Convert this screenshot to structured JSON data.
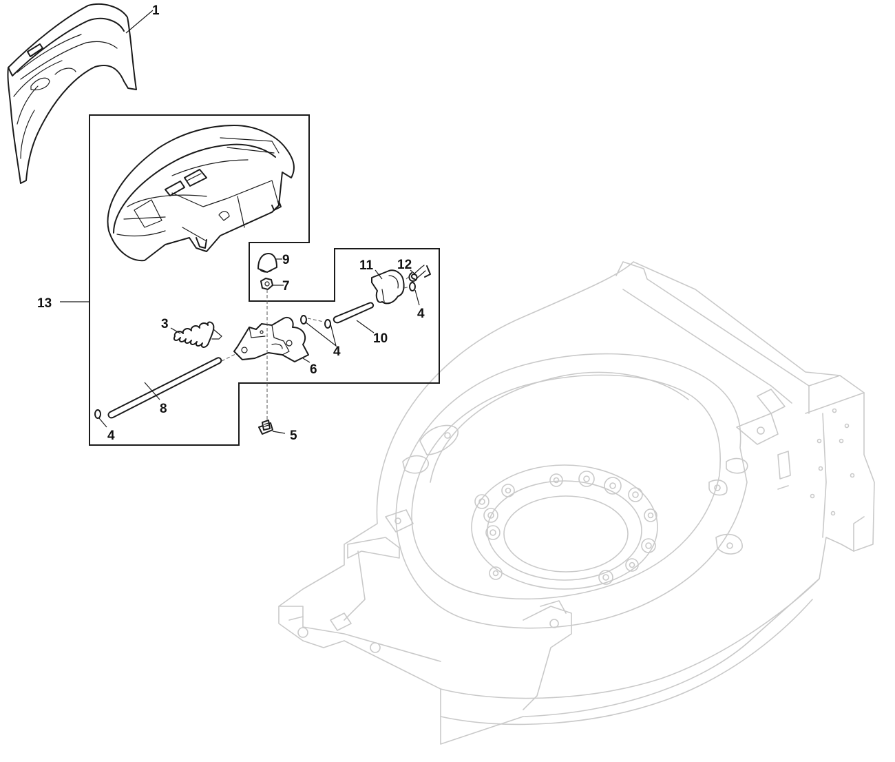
{
  "callouts": {
    "c1": "1",
    "c3": "3",
    "c4a": "4",
    "c4b": "4",
    "c4c": "4",
    "c5": "5",
    "c6": "6",
    "c7": "7",
    "c8": "8",
    "c9": "9",
    "c10": "10",
    "c11": "11",
    "c12": "12",
    "c13": "13"
  }
}
